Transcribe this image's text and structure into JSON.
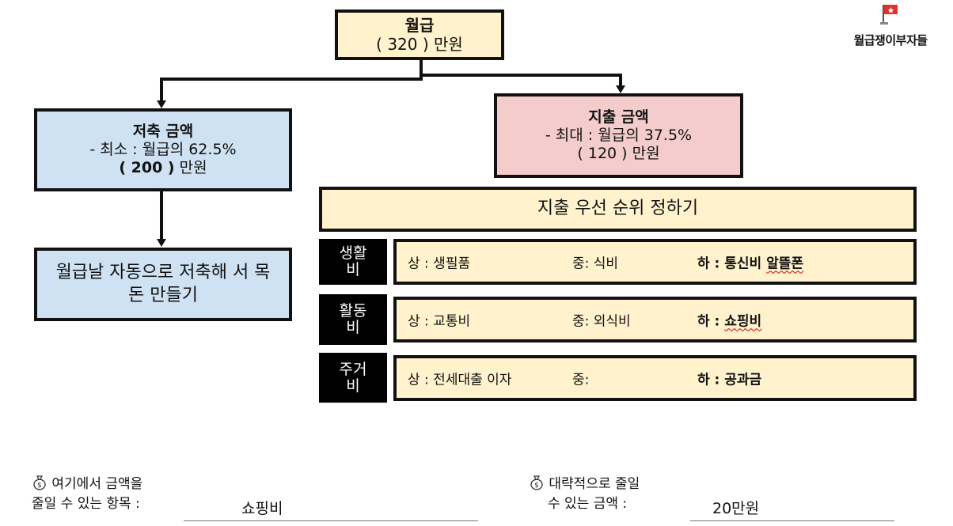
{
  "brand": {
    "name": "월급쟁이부자들",
    "flag_color": "#e03131"
  },
  "salary": {
    "title": "월급",
    "amount_line": "( 320 ) 만원"
  },
  "saving": {
    "title": "저축 금액",
    "min_line": "- 최소 : 월급의 62.5%",
    "amount_value": "( 200 )",
    "amount_unit": " 만원"
  },
  "spending": {
    "title": "지출 금액",
    "max_line": "- 최대 : 월급의 37.5%",
    "amount_line": "( 120 ) 만원"
  },
  "auto_saving": {
    "text": "월급날 자동으로 저축해 서 목돈 만들기"
  },
  "priority": {
    "title": "지출 우선 순위 정하기"
  },
  "categories": [
    {
      "label_top": "생활",
      "label_bottom": "비",
      "high": "상 : 생필품",
      "mid": "중: 식비",
      "low_prefix": "하 : 통신비 ",
      "low_flag": "알뜰폰"
    },
    {
      "label_top": "활동",
      "label_bottom": "비",
      "high": "상 : 교통비",
      "mid": "중: 외식비",
      "low_prefix": "하 : ",
      "low_flag": "쇼핑비"
    },
    {
      "label_top": "주거",
      "label_bottom": "비",
      "high": "상 : 전세대출 이자",
      "mid": "중:",
      "low_prefix": "하 : 공과금",
      "low_flag": ""
    }
  ],
  "question1": {
    "icon": "money-bag-icon",
    "line1": "여기에서 금액을",
    "line2": "줄일 수 있는 항목 :",
    "answer": "쇼핑비"
  },
  "question2": {
    "icon": "money-bag-icon",
    "line1": "대략적으로 줄일",
    "line2": "수 있는 금액 :",
    "answer": "20만원"
  },
  "colors": {
    "yellow": "#fff2cc",
    "blue": "#cfe2f3",
    "pink": "#f4cccc",
    "black": "#000000"
  }
}
